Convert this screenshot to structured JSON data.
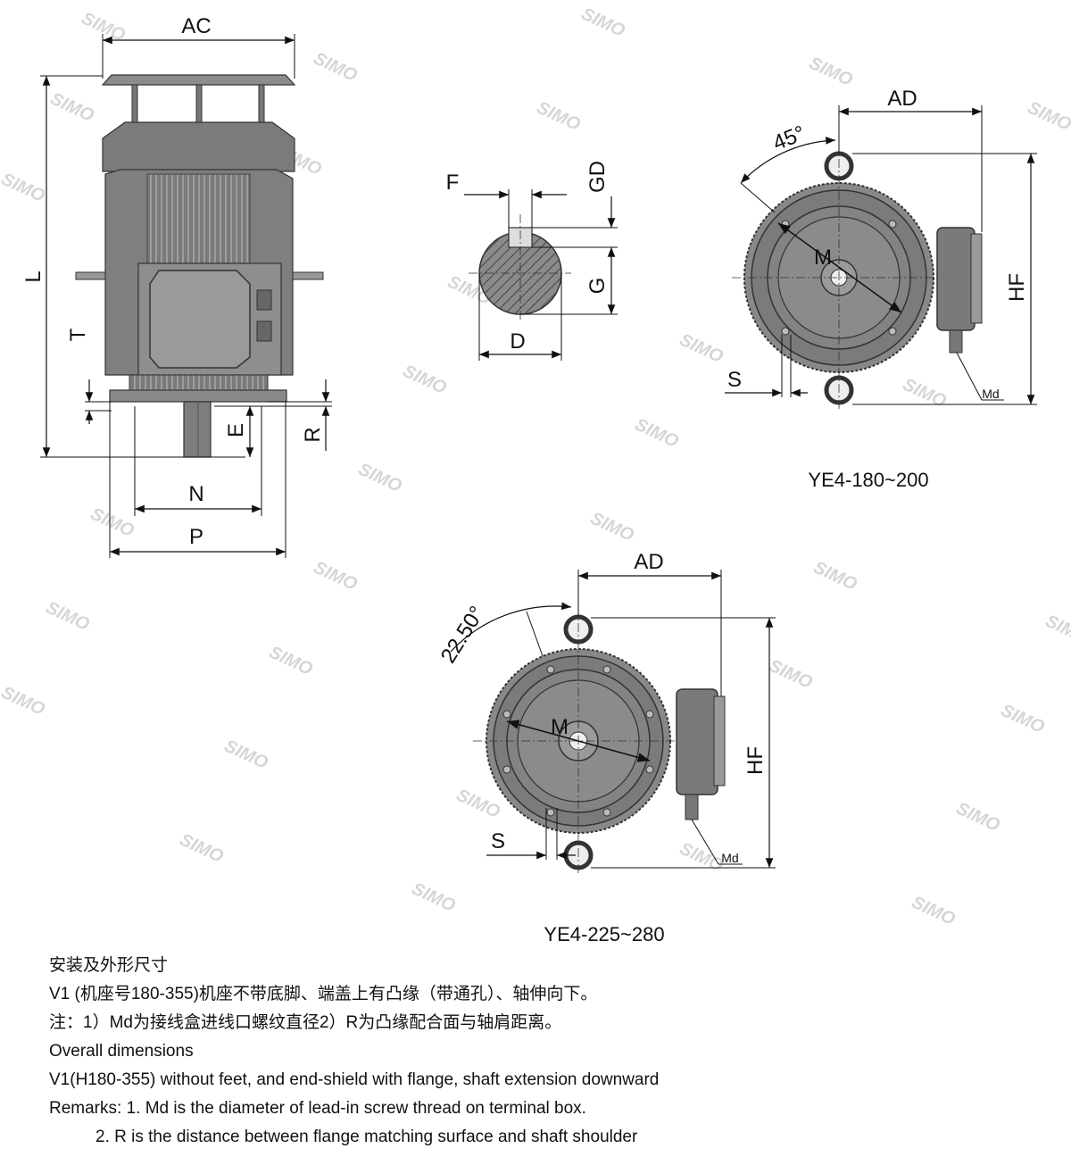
{
  "watermark": "SIMO",
  "labels": {
    "AC": "AC",
    "L": "L",
    "T": "T",
    "E": "E",
    "R": "R",
    "N": "N",
    "P": "P",
    "F": "F",
    "GD": "GD",
    "G": "G",
    "D": "D",
    "AD": "AD",
    "HF": "HF",
    "M": "M",
    "S": "S",
    "Md": "Md",
    "angle1": "45°",
    "angle2": "22.50°"
  },
  "models": {
    "top": "YE4-180~200",
    "bottom": "YE4-225~280"
  },
  "notes": {
    "cn_title": "安装及外形尺寸",
    "cn_line1": "V1 (机座号180-355)机座不带底脚、端盖上有凸缘（带通孔）、轴伸向下。",
    "cn_line2": "注：1）Md为接线盒进线口螺纹直径2）R为凸缘配合面与轴肩距离。",
    "en_title": "Overall dimensions",
    "en_line1": "V1(H180-355) without feet, and end-shield with flange, shaft extension downward",
    "en_line2": "Remarks: 1. Md is the diameter of lead-in screw thread on terminal box.",
    "en_line3": "2. R is the distance between flange matching surface and shaft shoulder"
  }
}
